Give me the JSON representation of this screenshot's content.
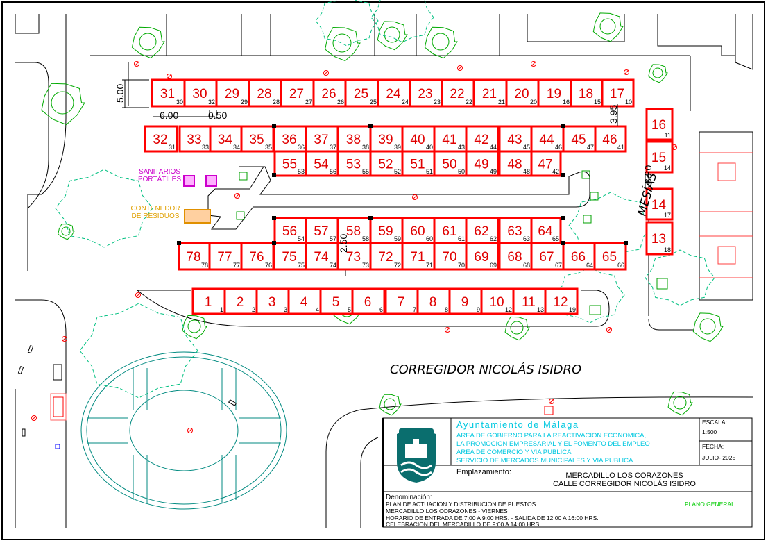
{
  "streets": {
    "main": "CORREGIDOR NICOLÁS ISIDRO",
    "side": "MESÍAS"
  },
  "dimensions": {
    "depth": "5.00",
    "width": "6.00",
    "gap": "0.50",
    "side_gap": "3.95",
    "side_gap2": "3.20",
    "inner_gap": "2.50"
  },
  "legend": {
    "sanitarios": [
      "SANITARIOS",
      "PORTÁTILES"
    ],
    "contenedores": [
      "CONTENEDOR",
      "DE RESIDUOS"
    ]
  },
  "title_block": {
    "org": "Ayuntamiento de Málaga",
    "dept_lines": [
      "AREA DE GOBIERNO PARA LA REACTIVACION ECONOMICA,",
      "LA PROMOCION EMPRESARIAL Y EL FOMENTO DEL EMPLEO",
      "AREA DE COMERCIO Y VIA PUBLICA",
      "SERVICIO DE MERCADOS MUNICIPALES Y VIA PUBLICA"
    ],
    "scale_label": "ESCALA:",
    "scale_value": "1:500",
    "date_label": "FECHA:",
    "date_value": "JULIO- 2025",
    "location_label": "Emplazamiento:",
    "location_lines": [
      "MERCADILLO LOS CORAZONES",
      "CALLE CORREGIDOR NICOLÁS ISIDRO"
    ],
    "denomination_label": "Denominación:",
    "denomination_lines": [
      "PLAN DE ACTUACION Y DISTRIBUCION DE PUESTOS",
      "MERCADILLO LOS CORAZONES - VIERNES",
      "HORARIO DE ENTRADA DE 7:00 A 9:00 HRS. - SALIDA DE 12:00 A 16:00 HRS.",
      "CELEBRACION DEL MERCADILLO DE 9:00 A 14:00 HRS."
    ],
    "plan_type": "PLANO GENERAL"
  },
  "colors": {
    "stall": "#ff0000",
    "trees": "#00b000",
    "sanitarios": "#cc00cc",
    "contenedores": "#f0a000",
    "title_cyan": "#00c8e0",
    "plan_green": "#00cc00"
  },
  "stalls": [
    {
      "n": "31",
      "s": "30"
    },
    {
      "n": "30",
      "s": "32"
    },
    {
      "n": "29",
      "s": "29"
    },
    {
      "n": "28",
      "s": "28"
    },
    {
      "n": "27",
      "s": "27"
    },
    {
      "n": "26",
      "s": "26"
    },
    {
      "n": "25",
      "s": "25"
    },
    {
      "n": "24",
      "s": "24"
    },
    {
      "n": "23",
      "s": "23"
    },
    {
      "n": "22",
      "s": "22"
    },
    {
      "n": "21",
      "s": "21"
    },
    {
      "n": "20",
      "s": "20"
    },
    {
      "n": "19",
      "s": "16"
    },
    {
      "n": "18",
      "s": "15"
    },
    {
      "n": "17",
      "s": "10"
    },
    {
      "n": "32",
      "s": "31"
    },
    {
      "n": "33",
      "s": "33"
    },
    {
      "n": "34",
      "s": "34"
    },
    {
      "n": "35",
      "s": "35"
    },
    {
      "n": "36",
      "s": "36"
    },
    {
      "n": "37",
      "s": "37"
    },
    {
      "n": "38",
      "s": "38"
    },
    {
      "n": "39",
      "s": "39"
    },
    {
      "n": "40",
      "s": "40"
    },
    {
      "n": "41",
      "s": "43"
    },
    {
      "n": "42",
      "s": "44"
    },
    {
      "n": "43",
      "s": "45"
    },
    {
      "n": "44",
      "s": "46"
    },
    {
      "n": "45",
      "s": "47"
    },
    {
      "n": "46",
      "s": "41"
    },
    {
      "n": "55",
      "s": "53"
    },
    {
      "n": "54",
      "s": "56"
    },
    {
      "n": "53",
      "s": "55"
    },
    {
      "n": "52",
      "s": "52"
    },
    {
      "n": "51",
      "s": "51"
    },
    {
      "n": "50",
      "s": "50"
    },
    {
      "n": "49",
      "s": "49"
    },
    {
      "n": "48",
      "s": "48"
    },
    {
      "n": "47",
      "s": "42"
    },
    {
      "n": "56",
      "s": "54"
    },
    {
      "n": "57",
      "s": "57"
    },
    {
      "n": "58",
      "s": "58"
    },
    {
      "n": "59",
      "s": "59"
    },
    {
      "n": "60",
      "s": "60"
    },
    {
      "n": "61",
      "s": "61"
    },
    {
      "n": "62",
      "s": "62"
    },
    {
      "n": "63",
      "s": "63"
    },
    {
      "n": "64",
      "s": "65"
    },
    {
      "n": "78",
      "s": "78"
    },
    {
      "n": "77",
      "s": "77"
    },
    {
      "n": "76",
      "s": "76"
    },
    {
      "n": "75",
      "s": "75"
    },
    {
      "n": "74",
      "s": "74"
    },
    {
      "n": "73",
      "s": "73"
    },
    {
      "n": "72",
      "s": "72"
    },
    {
      "n": "71",
      "s": "71"
    },
    {
      "n": "70",
      "s": "70"
    },
    {
      "n": "69",
      "s": "69"
    },
    {
      "n": "68",
      "s": "68"
    },
    {
      "n": "67",
      "s": "67"
    },
    {
      "n": "66",
      "s": "64"
    },
    {
      "n": "65",
      "s": "66"
    },
    {
      "n": "1",
      "s": "1"
    },
    {
      "n": "2",
      "s": "2"
    },
    {
      "n": "3",
      "s": "3"
    },
    {
      "n": "4",
      "s": "4"
    },
    {
      "n": "5",
      "s": "5"
    },
    {
      "n": "6",
      "s": "6"
    },
    {
      "n": "7",
      "s": "7"
    },
    {
      "n": "8",
      "s": "8"
    },
    {
      "n": "9",
      "s": "9"
    },
    {
      "n": "10",
      "s": "12"
    },
    {
      "n": "11",
      "s": "13"
    },
    {
      "n": "12",
      "s": "19"
    },
    {
      "n": "16",
      "s": "11"
    },
    {
      "n": "15",
      "s": "14"
    },
    {
      "n": "14",
      "s": "17"
    },
    {
      "n": "13",
      "s": "18"
    }
  ]
}
